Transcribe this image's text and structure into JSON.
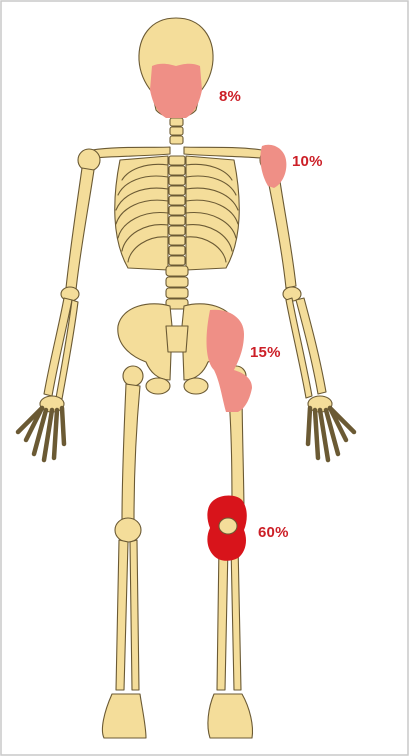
{
  "colors": {
    "bone": "#f4dd9a",
    "bone_outline": "#6b5a34",
    "affected_light": "#ef8f86",
    "affected_strong": "#d8141b",
    "label": "#cc1f27",
    "border": "#c9c9c9"
  },
  "sites": [
    {
      "region": "jaw",
      "percent": "8%",
      "intensity": "light"
    },
    {
      "region": "shoulder",
      "percent": "10%",
      "intensity": "light"
    },
    {
      "region": "hip",
      "percent": "15%",
      "intensity": "light"
    },
    {
      "region": "knee",
      "percent": "60%",
      "intensity": "strong"
    }
  ]
}
